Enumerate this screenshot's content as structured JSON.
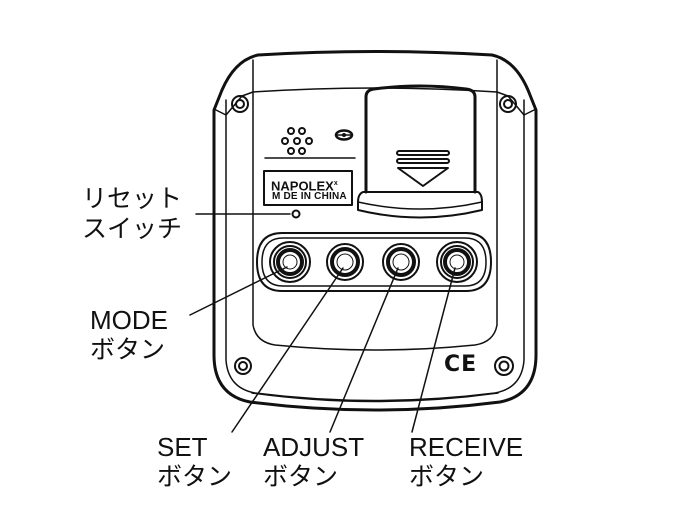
{
  "diagram": {
    "title": "Device rear panel button layout",
    "device": {
      "brand_label": "NAPOLEX",
      "brand_superscript": "x",
      "origin_label": "M DE IN CHINA",
      "certification_mark": "CE",
      "icons": [
        "speaker-grille-icon",
        "eye-icon",
        "battery-cover-arrow-icon",
        "screw-icon",
        "recycle-circle-icon"
      ]
    },
    "callouts": {
      "reset": {
        "line1": "リセット",
        "line2": "スイッチ"
      },
      "mode": {
        "line1": "MODE",
        "line2": "ボタン"
      },
      "set": {
        "line1": "SET",
        "line2": "ボタン"
      },
      "adjust": {
        "line1": "ADJUST",
        "line2": "ボタン"
      },
      "receive": {
        "line1": "RECEIVE",
        "line2": "ボタン"
      }
    },
    "colors": {
      "ink": "#111111",
      "background": "#ffffff"
    }
  }
}
